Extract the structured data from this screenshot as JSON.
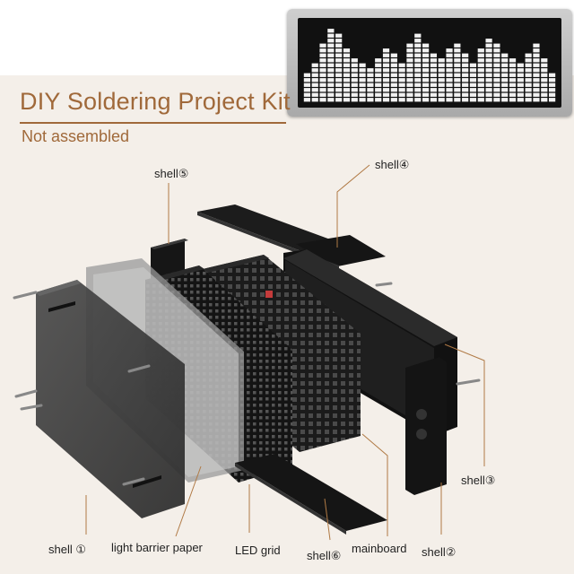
{
  "title": "DIY Soldering Project Kit",
  "subtitle": "Not assembled",
  "labels": {
    "shell_5": "shell⑤",
    "shell_4": "shell④",
    "shell_3": "shell③",
    "shell_1": "shell ①",
    "light_barrier_paper": "light barrier paper",
    "led_grid": "LED grid",
    "shell_6": "shell⑥",
    "mainboard": "mainboard",
    "shell_2": "shell②"
  },
  "spectrum": {
    "columns": 32,
    "rows": 16,
    "levels": [
      6,
      8,
      12,
      15,
      14,
      11,
      9,
      8,
      7,
      9,
      11,
      10,
      8,
      12,
      14,
      12,
      10,
      9,
      11,
      12,
      10,
      8,
      11,
      13,
      12,
      10,
      9,
      8,
      10,
      12,
      9,
      6
    ],
    "led_color": "#f2f2f2"
  },
  "colors": {
    "title": "#a0693a",
    "panel_background": "#f4efe9",
    "callout_line": "#b07a45"
  }
}
